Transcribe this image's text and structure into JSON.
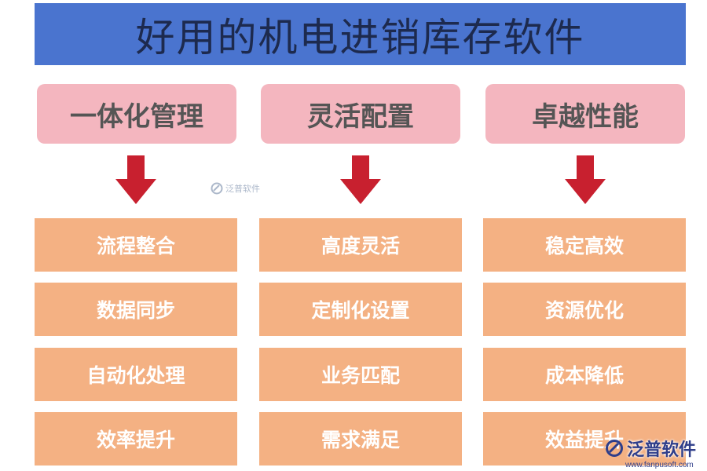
{
  "title": "好用的机电进销库存软件",
  "columns": [
    {
      "heading": "一体化管理",
      "items": [
        "流程整合",
        "数据同步",
        "自动化处理",
        "效率提升"
      ]
    },
    {
      "heading": "灵活配置",
      "items": [
        "高度灵活",
        "定制化设置",
        "业务匹配",
        "需求满足"
      ]
    },
    {
      "heading": "卓越性能",
      "items": [
        "稳定高效",
        "资源优化",
        "成本降低",
        "效益提升"
      ]
    }
  ],
  "watermark": {
    "name": "泛普软件",
    "url": "www.fanpusoft.com"
  },
  "colors": {
    "title_bg": "#4a74cf",
    "title_text": "#1d2a4e",
    "heading_bg": "#f4b6bf",
    "heading_text": "#555555",
    "arrow": "#c8202f",
    "item_bg": "#f4b183",
    "item_text": "#ffffff"
  },
  "icons": {
    "arrow": "down-arrow-icon",
    "logo": "fanpu-logo-icon"
  }
}
